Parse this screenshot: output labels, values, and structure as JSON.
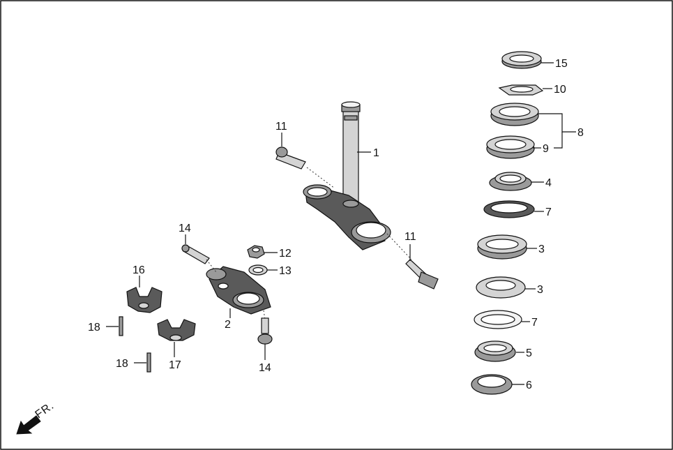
{
  "diagram": {
    "direction_label": "FR.",
    "callouts": {
      "c1": "1",
      "c2": "2",
      "c3a": "3",
      "c3b": "3",
      "c4": "4",
      "c5": "5",
      "c6": "6",
      "c7a": "7",
      "c7b": "7",
      "c8": "8",
      "c9": "9",
      "c10": "10",
      "c11a": "11",
      "c11b": "11",
      "c12": "12",
      "c13": "13",
      "c14a": "14",
      "c14b": "14",
      "c15": "15",
      "c16": "16",
      "c17": "17",
      "c18a": "18",
      "c18b": "18"
    },
    "colors": {
      "border": "#111111",
      "ink": "#111111",
      "part_dark": "#5a5a5a",
      "part_light": "#d4d4d4"
    }
  }
}
